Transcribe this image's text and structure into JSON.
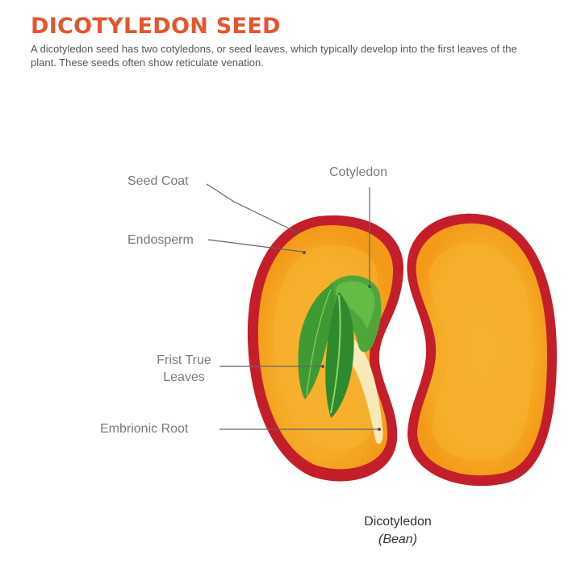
{
  "header": {
    "title": "DICOTYLEDON SEED",
    "description": "A dicotyledon seed has two cotyledons, or seed leaves, which typically develop into the first leaves of the plant. These seeds often show reticulate venation."
  },
  "labels": {
    "seed_coat": "Seed Coat",
    "endosperm": "Endosperm",
    "cotyledon": "Cotyledon",
    "first_true_leaves_line1": "Frist True",
    "first_true_leaves_line2": "Leaves",
    "embryonic_root": "Embrionic Root"
  },
  "caption": {
    "name": "Dicotyledon",
    "example": "(Bean)"
  },
  "colors": {
    "title": "#e8542a",
    "seed_coat": "#c41e2a",
    "endosperm_outer": "#f7a21c",
    "endosperm_inner": "#f5b335",
    "cotyledon": "#4ea63a",
    "root": "#f7e9b8"
  }
}
